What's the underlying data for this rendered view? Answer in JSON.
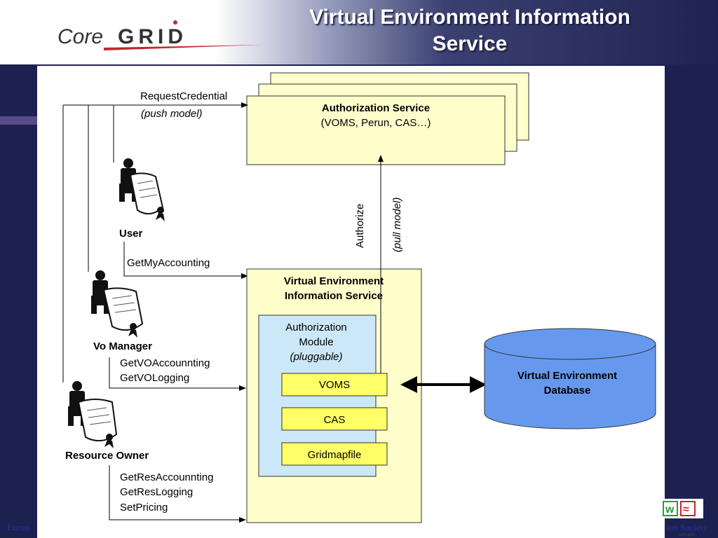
{
  "slide": {
    "title_line1": "Virtual Environment Information",
    "title_line2": "Service",
    "logo_text_left": "Core",
    "logo_text_right": "GRID"
  },
  "diagram": {
    "auth_service": {
      "title": "Authorization Service",
      "subtitle": "(VOMS, Perun, CAS…)"
    },
    "request_label": "RequestCredential",
    "push_model": "(push model)",
    "user_label": "User",
    "get_my_accounting": "GetMyAccounting",
    "vo_manager_label": "Vo Manager",
    "get_vo_accounting": "GetVOAccounnting",
    "get_vo_logging": "GetVOLogging",
    "resource_owner_label": "Resource Owner",
    "get_res_accounting": "GetResAccounnting",
    "get_res_logging": "GetResLogging",
    "set_pricing": "SetPricing",
    "authorize_label": "Authorize",
    "pull_model": "(pull model)",
    "veis_title_line1": "Virtual Environment",
    "veis_title_line2": "Information Service",
    "auth_module_line1": "Authorization",
    "auth_module_line2": "Module",
    "auth_module_line3": "(pluggable)",
    "voms": "VOMS",
    "cas": "CAS",
    "gridmapfile": "Gridmapfile",
    "db_line1": "Virtual Environment",
    "db_line2": "Database"
  },
  "footer": {
    "left_text": "Europ",
    "right_text": "ion Society",
    "right_subtext": "nologies"
  },
  "colors": {
    "yellow_box": "#ffffcc",
    "plugin_yellow": "#ffff66",
    "module_blue": "#cce8f8",
    "db_blue": "#6699ee"
  }
}
